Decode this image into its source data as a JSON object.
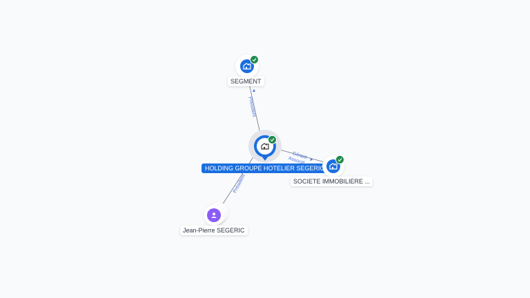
{
  "nodes": {
    "center": {
      "label": "HOLDING GROUPE HOTELIER SEGERIC",
      "icon": "building-icon",
      "verified": true,
      "color": "#1a6fe0"
    },
    "top": {
      "label": "SEGMENT",
      "icon": "building-icon",
      "verified": true,
      "color": "#1a6fe0"
    },
    "right": {
      "label": "SOCIETE IMMOBILIERE ...",
      "icon": "building-icon",
      "verified": true,
      "color": "#1a6fe0"
    },
    "person": {
      "label": "Jean-Pierre SEGERIC",
      "icon": "person-icon",
      "verified": false,
      "color": "#8b5cf6"
    }
  },
  "edges": {
    "center_top": {
      "label": "Président"
    },
    "center_right": {
      "label1": "Gérant",
      "label2": "Associé"
    },
    "person_center": {
      "label": "Président"
    }
  },
  "colors": {
    "accent": "#1a6fe0",
    "verified": "#1e8a4c",
    "person": "#8b5cf6",
    "edge": "#4a73d8",
    "background": "#f9fafc"
  }
}
